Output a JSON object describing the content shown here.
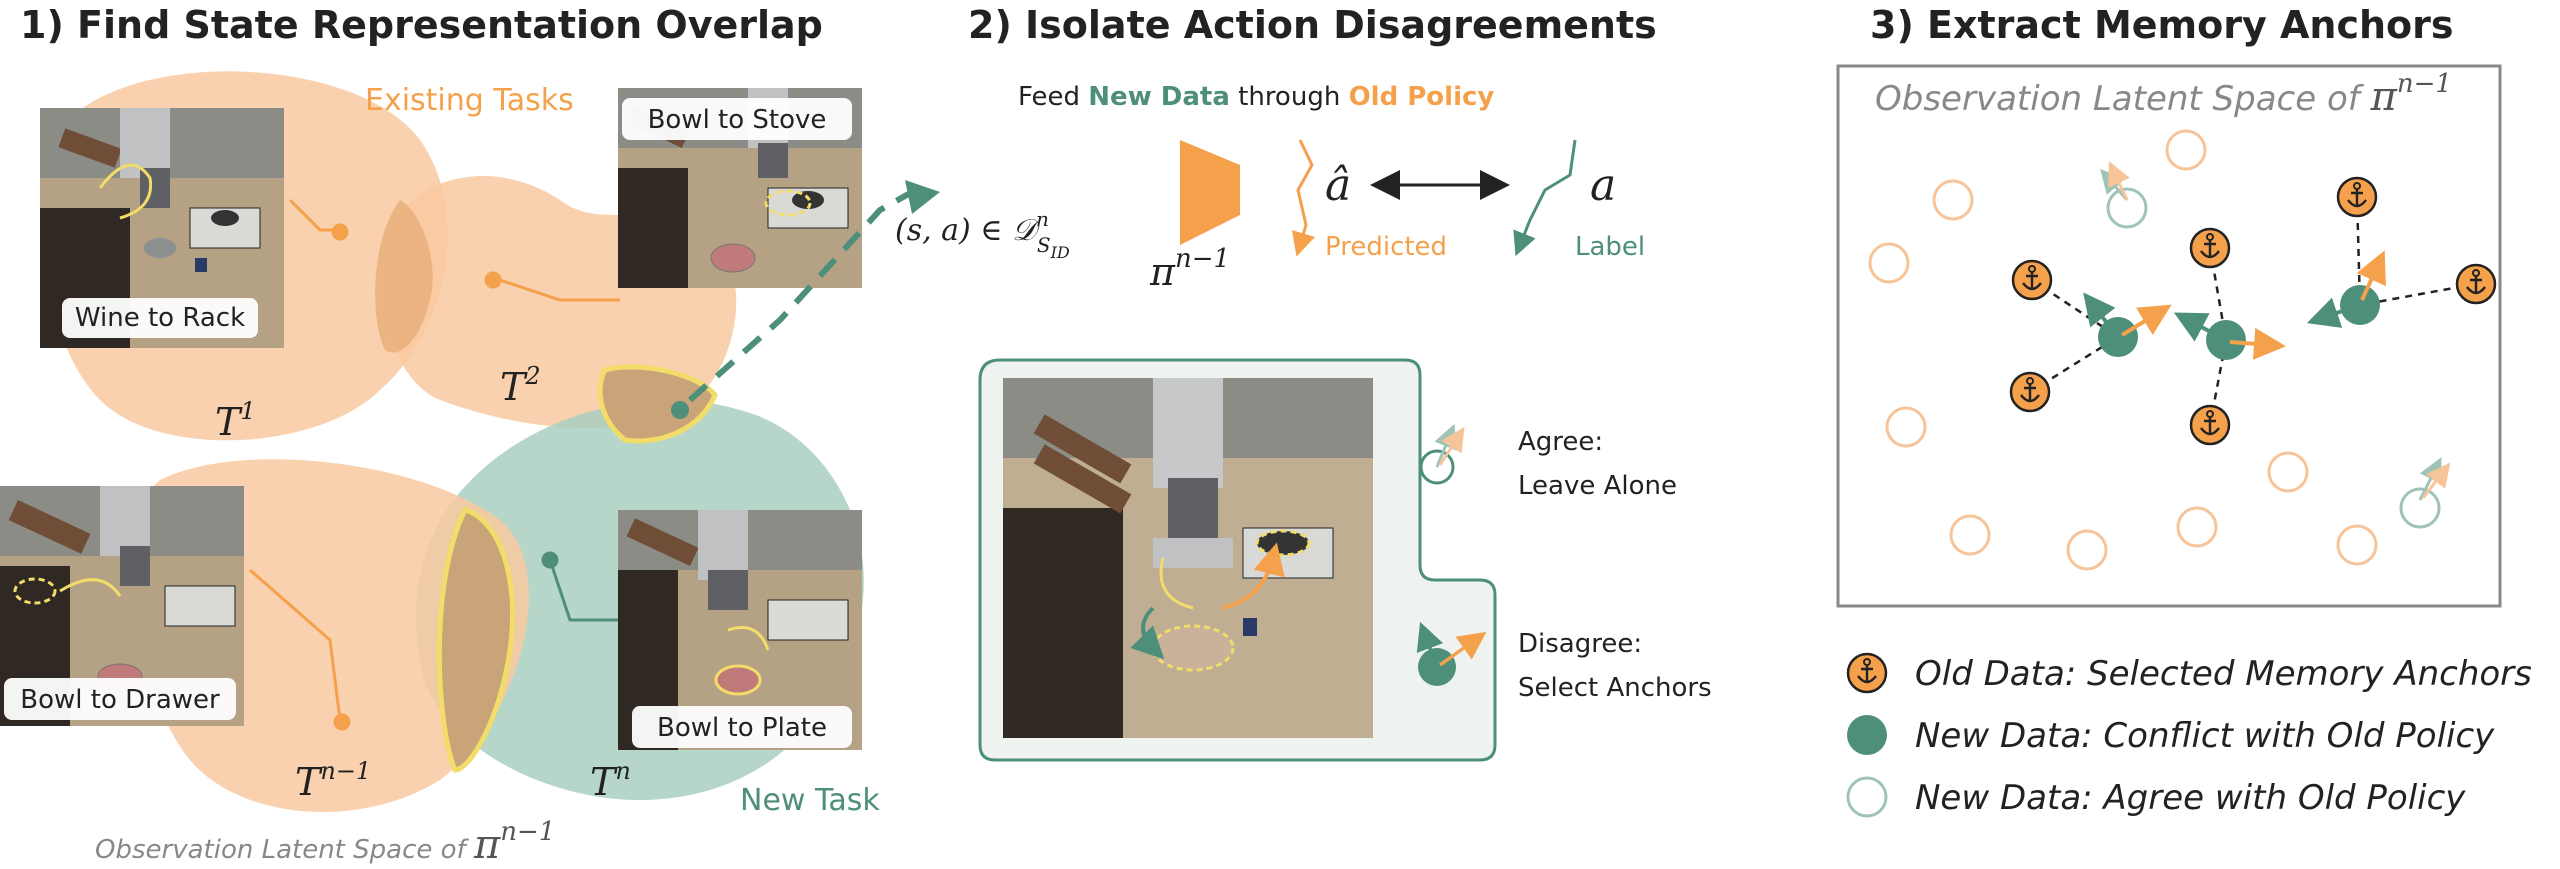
{
  "colors": {
    "orange": "#f5a04a",
    "orange_light": "#f7c49a",
    "green": "#4d8f7a",
    "green_light": "#9fc4b6",
    "yellow": "#f2dc6a",
    "grey": "#888888"
  },
  "panel1": {
    "title": "1) Find State Representation Overlap",
    "existing_tasks": "Existing Tasks",
    "new_task": "New Task",
    "latent_caption_prefix": "Observation Latent Space of ",
    "pi_symbol": "π",
    "pi_sup": "n−1",
    "tasks": [
      {
        "label": "Wine to Rack",
        "symbol": "T",
        "sup": "1"
      },
      {
        "label": "Bowl to Stove",
        "symbol": "T",
        "sup": "2"
      },
      {
        "label": "Bowl to Drawer",
        "symbol": "T",
        "sup": "n−1"
      },
      {
        "label": "Bowl to Plate",
        "symbol": "T",
        "sup": "n"
      }
    ]
  },
  "panel2": {
    "title": "2) Isolate Action Disagreements",
    "feed_prefix": "Feed ",
    "new_data": "New Data",
    "through": " through ",
    "old_policy": "Old Policy",
    "pair_label": "(s, a) ∈ ",
    "dataset_symbol": "𝒟",
    "dataset_sup": "n",
    "dataset_sub": "S",
    "dataset_subsub": "ID",
    "policy_symbol": "π",
    "policy_sup": "n−1",
    "a_hat": "â",
    "a_label": "a",
    "predicted": "Predicted",
    "label": "Label",
    "agree_line1": "Agree:",
    "agree_line2": "Leave Alone",
    "disagree_line1": "Disagree:",
    "disagree_line2": "Select Anchors"
  },
  "panel3": {
    "title": "3) Extract Memory Anchors",
    "latent_caption_prefix": "Observation Latent Space of ",
    "pi_symbol": "π",
    "pi_sup": "n−1",
    "legend": [
      "Old Data: Selected Memory Anchors",
      "New Data: Conflict with Old Policy",
      "New Data: Agree with Old Policy"
    ]
  }
}
